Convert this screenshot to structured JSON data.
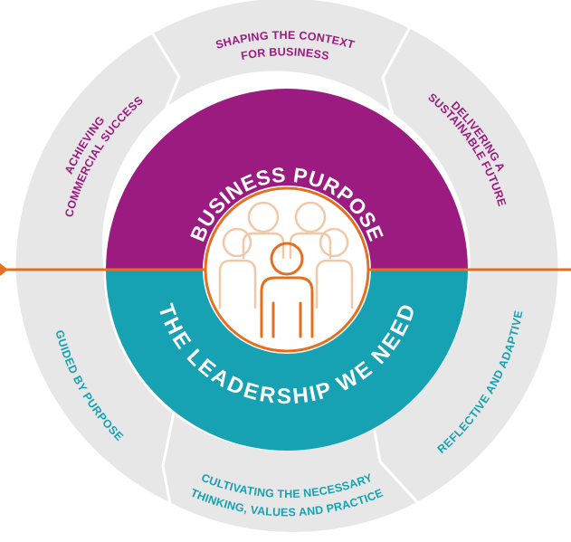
{
  "colors": {
    "outer_ring": "#e7e7e7",
    "segment_border": "#ffffff",
    "purple": "#9b1b81",
    "teal": "#16a2b2",
    "orange": "#e46f1e",
    "faded_people": "#f2c9a8"
  },
  "top_band": {
    "label": "BUSINESS PURPOSE"
  },
  "bottom_band": {
    "label": "THE LEADERSHIP WE NEED"
  },
  "top_segments": {
    "left": {
      "line1": "ACHIEVING",
      "line2": "COMMERCIAL SUCCESS"
    },
    "middle": {
      "line1": "SHAPING THE CONTEXT",
      "line2": "FOR BUSINESS"
    },
    "right": {
      "line1": "DELIVERING A",
      "line2": "SUSTAINABLE FUTURE"
    }
  },
  "bottom_segments": {
    "left": {
      "line1": "GUIDED BY PURPOSE"
    },
    "middle": {
      "line1": "CULTIVATING THE NECESSARY",
      "line2": "THINKING, VALUES AND PRACTICE"
    },
    "right": {
      "line1": "REFLECTIVE AND ADAPTIVE"
    }
  },
  "center_icon": "people-group-icon"
}
